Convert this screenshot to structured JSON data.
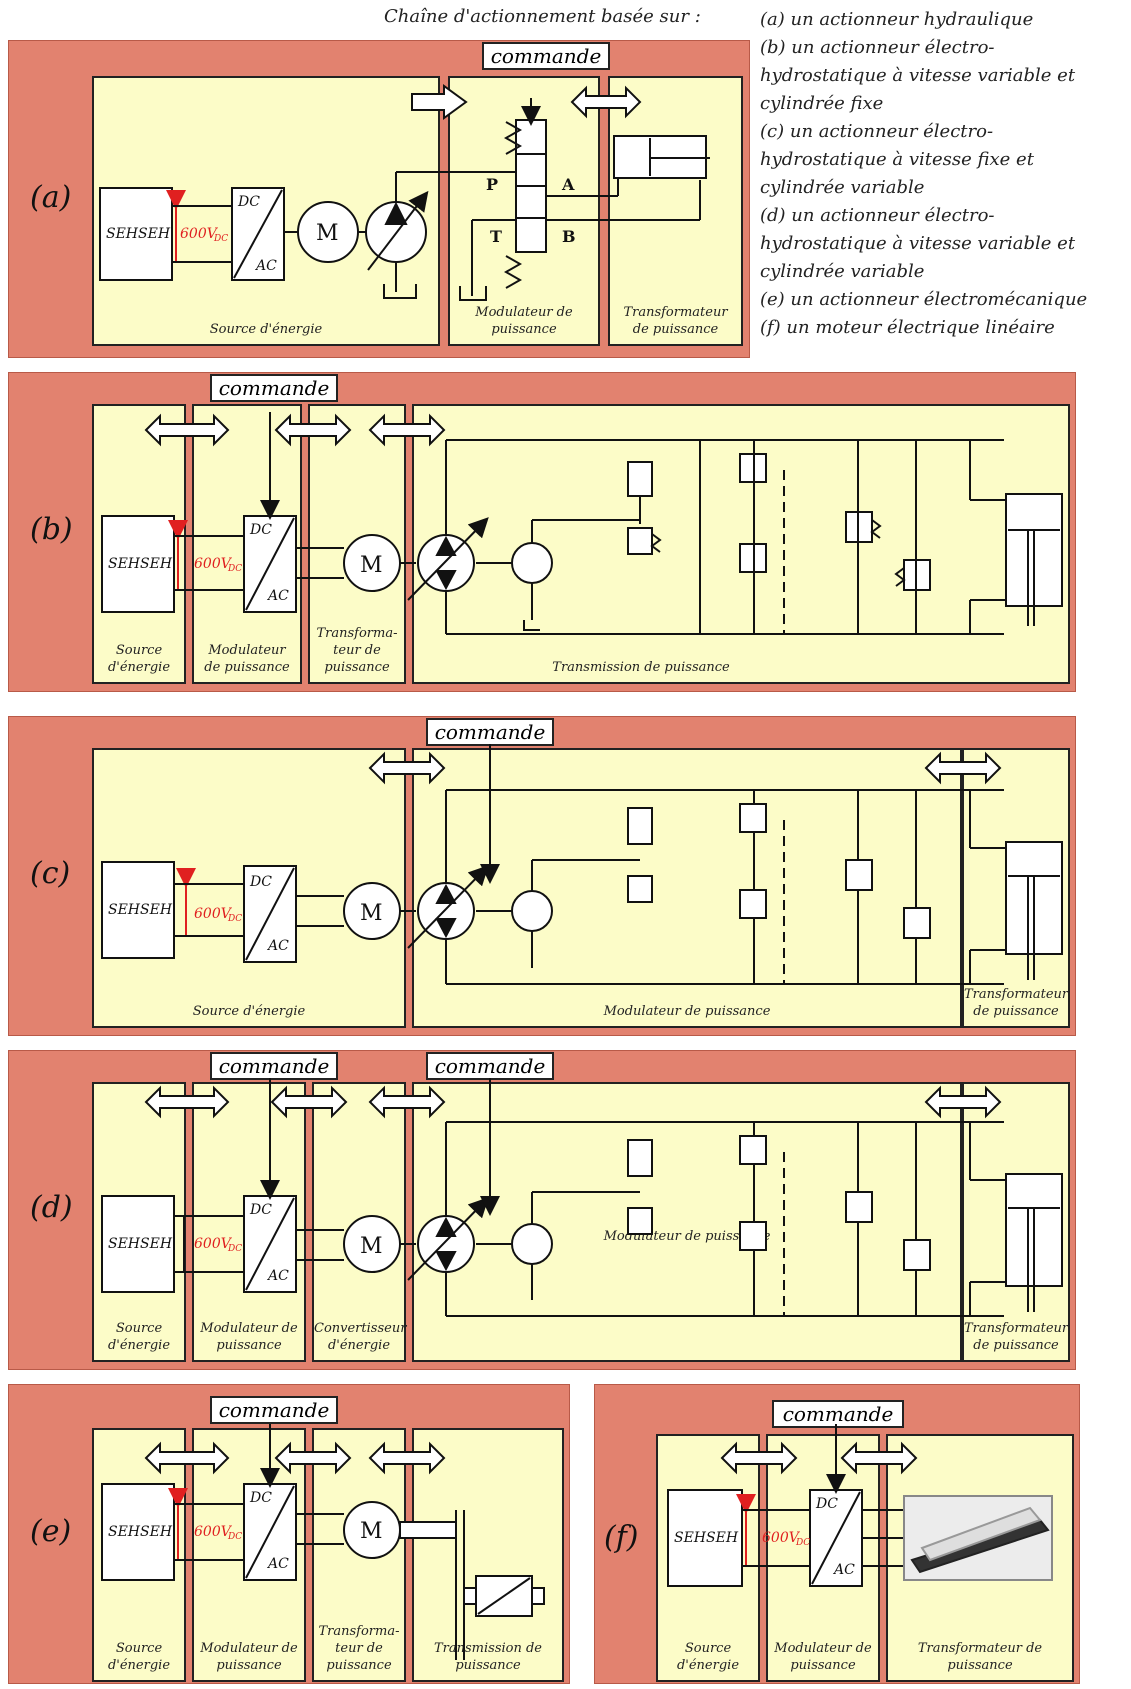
{
  "header": "Chaîne d'actionnement basée sur :",
  "legend": [
    "(a) un actionneur hydraulique",
    "(b) un actionneur électro-\nhydrostatique à vitesse variable et\ncylindrée fixe",
    "(c) un actionneur électro-\nhydrostatique à vitesse fixe et\ncylindrée variable",
    "(d) un actionneur électro-\nhydrostatique à vitesse variable et\ncylindrée variable",
    "(e) un actionneur électromécanique",
    "(f) un moteur électrique linéaire"
  ],
  "command_label": "commande",
  "components": {
    "source_label": "SEHSEH",
    "voltage": "600V",
    "voltage_sub": "DC",
    "dc": "DC",
    "ac": "AC",
    "motor": "M",
    "port_p": "P",
    "port_a": "A",
    "port_t": "T",
    "port_b": "B"
  },
  "panels": {
    "a": {
      "tag": "(a)",
      "boxes": [
        "Source d'énergie",
        "Modulateur de\npuissance",
        "Transformateur\nde puissance"
      ]
    },
    "b": {
      "tag": "(b)",
      "boxes": [
        "Source\nd'énergie",
        "Modulateur\nde puissance",
        "Transforma-\nteur de\npuissance",
        "Transmission de puissance"
      ]
    },
    "c": {
      "tag": "(c)",
      "boxes": [
        "Source d'énergie",
        "Modulateur de puissance",
        "Transformateur\nde puissance"
      ]
    },
    "d": {
      "tag": "(d)",
      "boxes": [
        "Source\nd'énergie",
        "Modulateur de\npuissance",
        "Convertisseur\nd'énergie",
        "Modulateur de puissance",
        "Transformateur\nde puissance"
      ]
    },
    "e": {
      "tag": "(e)",
      "boxes": [
        "Source\nd'énergie",
        "Modulateur de\npuissance",
        "Transforma-\nteur de\npuissance",
        "Transmission de\npuissance"
      ]
    },
    "f": {
      "tag": "(f)",
      "boxes": [
        "Source\nd'énergie",
        "Modulateur de\npuissance",
        "Transformateur de\npuissance"
      ]
    }
  },
  "colors": {
    "panel": "#e2826f",
    "box": "#fcfcc8",
    "voltage": "#e02020"
  }
}
